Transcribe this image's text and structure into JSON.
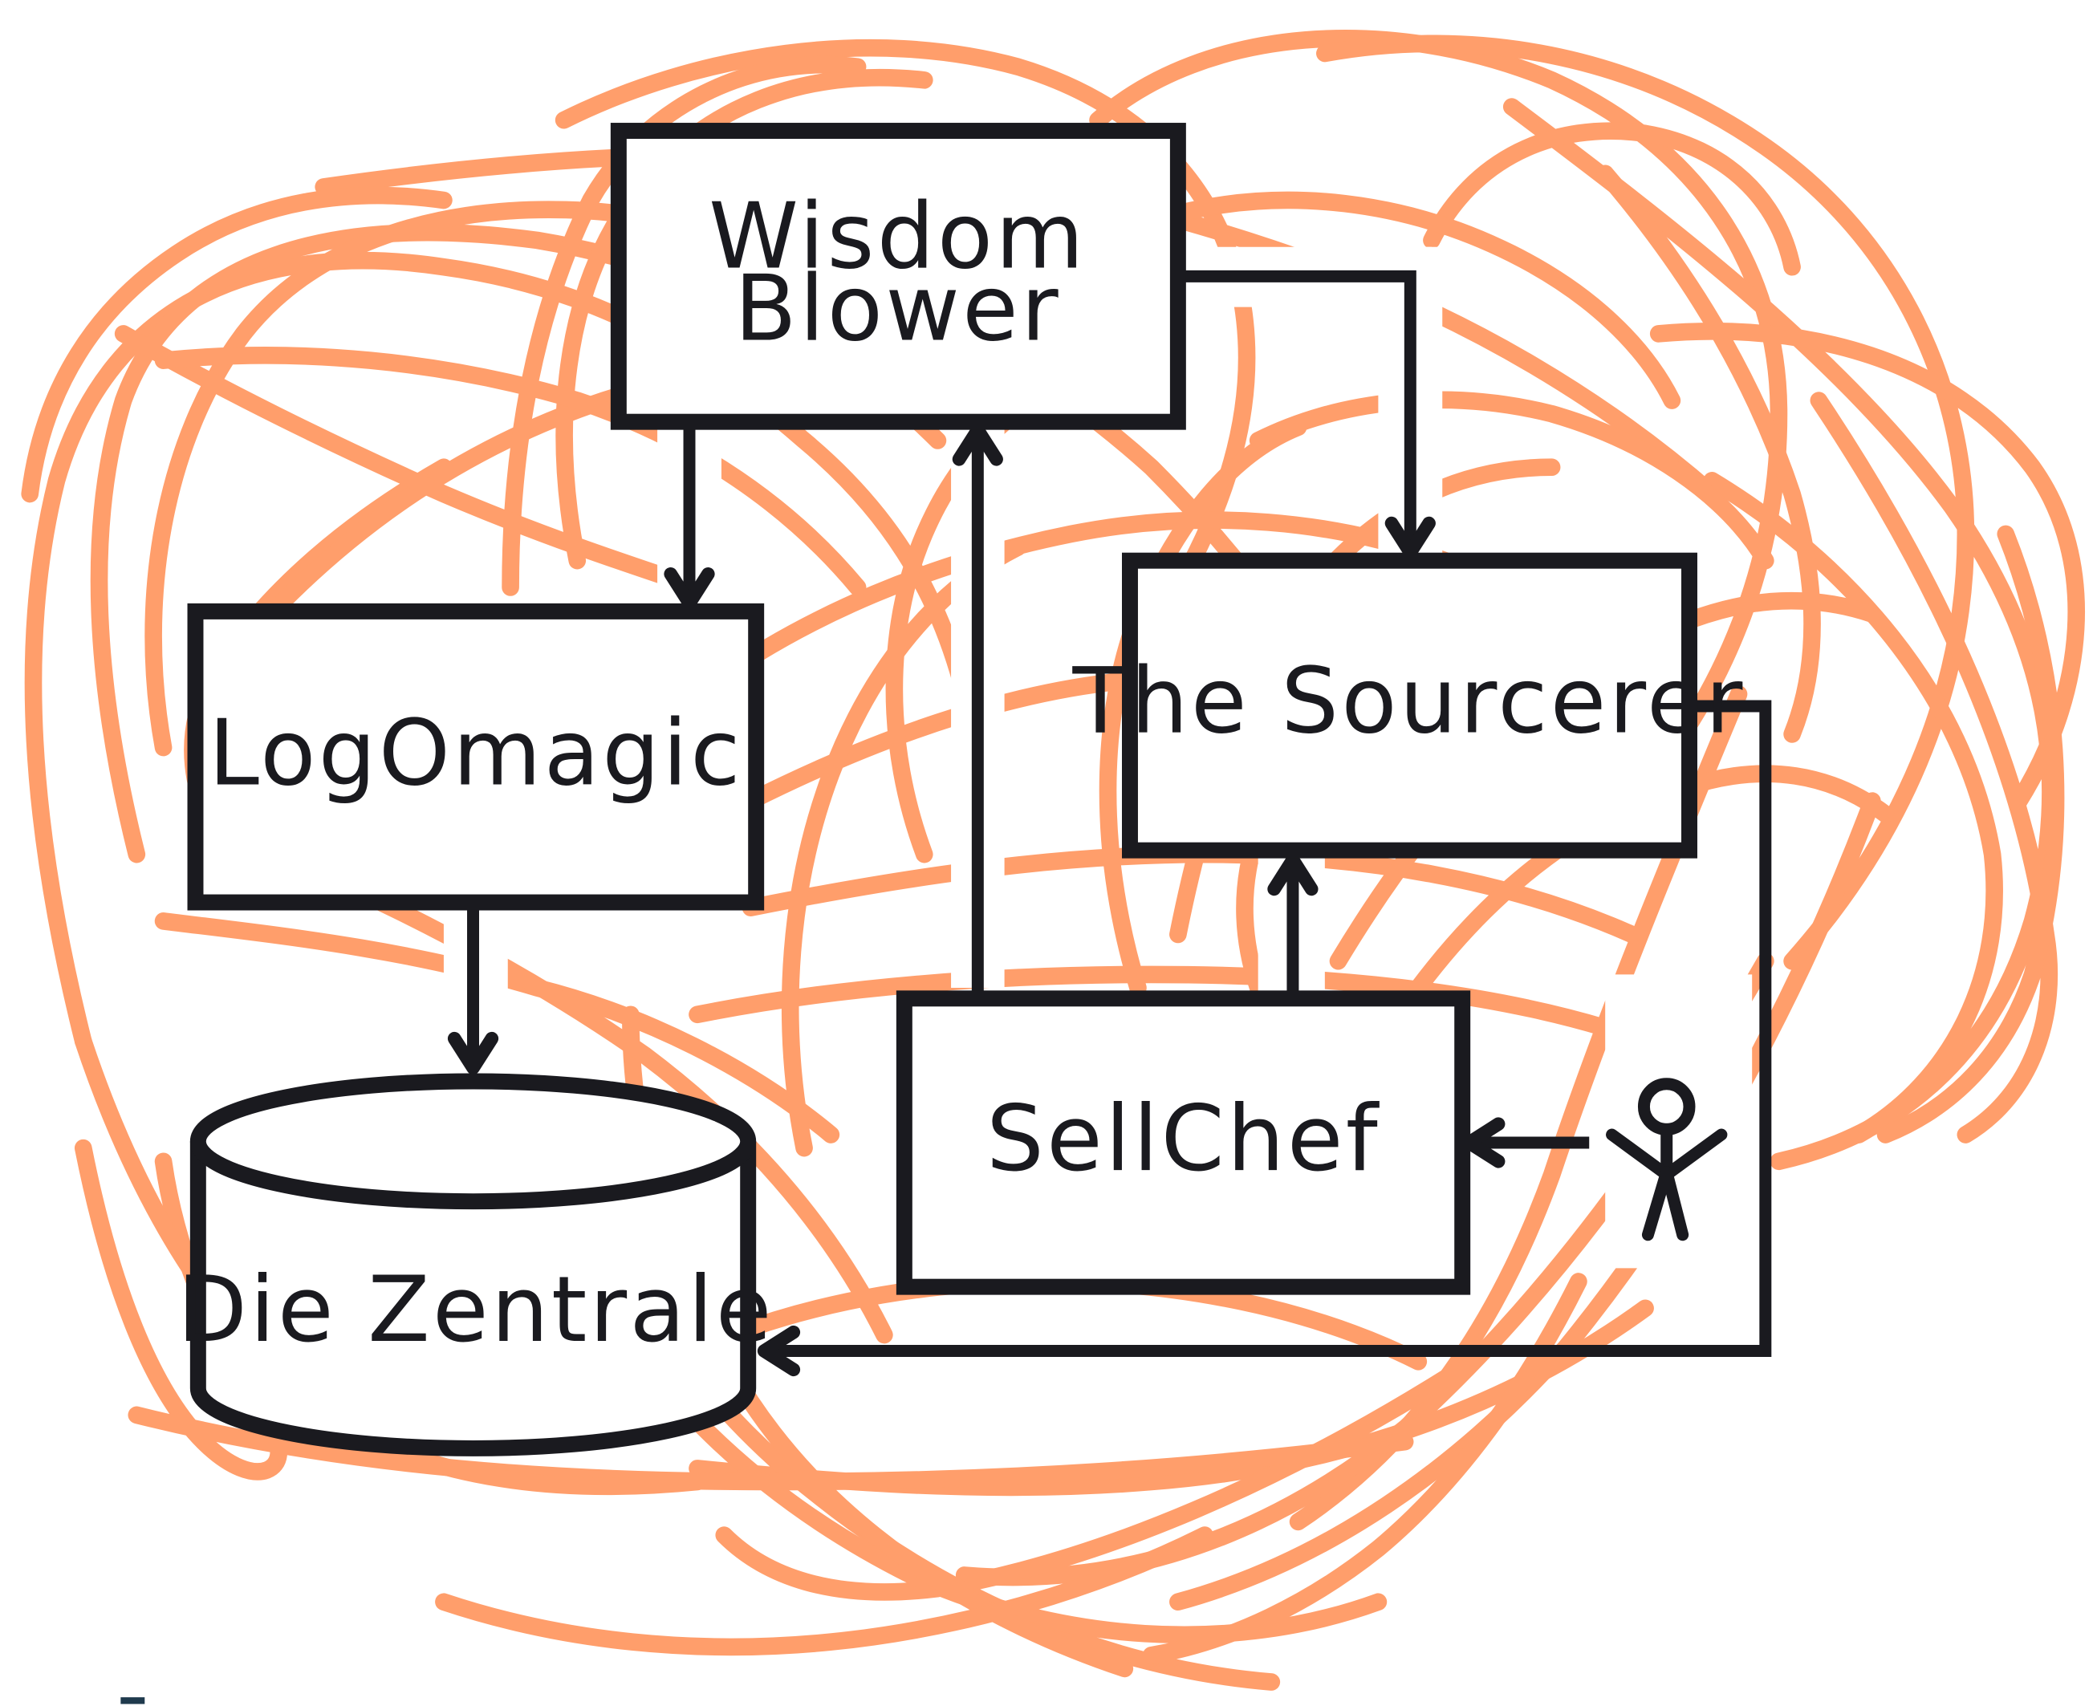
{
  "colors": {
    "scribble": "#FF9E6B",
    "stroke": "#1A1A1F",
    "background": "#FFFFFF",
    "corner_mark": "#1F3A4D"
  },
  "nodes": {
    "wisdom_blower": {
      "line1": "Wisdom",
      "line2": "Blower"
    },
    "logomagic": {
      "label": "LogOmagic"
    },
    "sourcerer": {
      "label": "The Sourcerer"
    },
    "sellchef": {
      "label": "SellChef"
    },
    "zentrale": {
      "label": "Die Zentrale",
      "shape": "database-cylinder"
    }
  },
  "actor": {
    "icon": "stick-figure-user-icon"
  },
  "edges": [
    {
      "from": "Wisdom Blower",
      "to": "LogOmagic"
    },
    {
      "from": "Wisdom Blower",
      "to": "The Sourcerer"
    },
    {
      "from": "LogOmagic",
      "to": "Die Zentrale"
    },
    {
      "from": "SellChef",
      "to": "Wisdom Blower"
    },
    {
      "from": "SellChef",
      "to": "The Sourcerer"
    },
    {
      "from": "The Sourcerer",
      "to": "Die Zentrale"
    },
    {
      "from": "User",
      "to": "SellChef"
    }
  ]
}
